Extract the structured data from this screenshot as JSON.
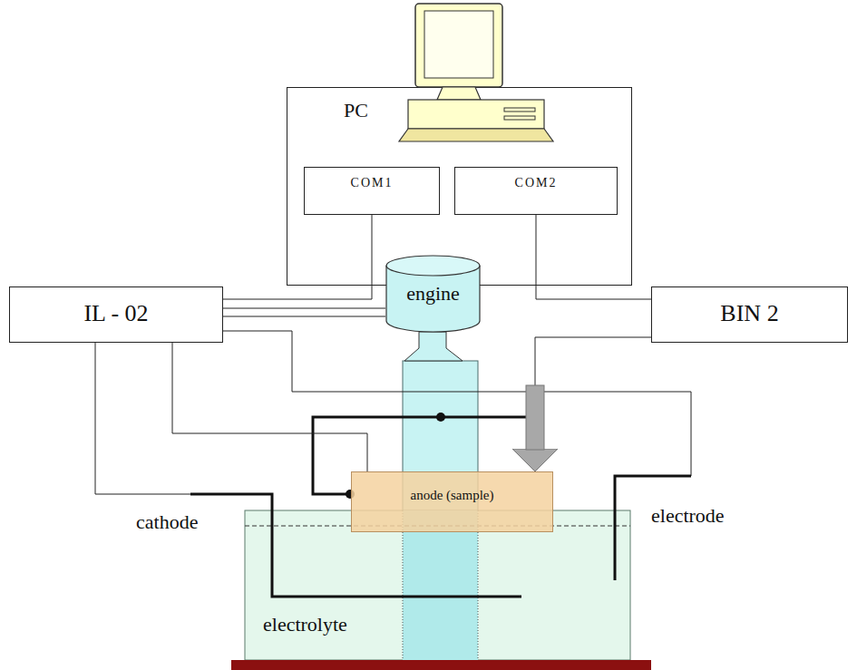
{
  "diagram": {
    "nodes": [
      {
        "text": [
          "PC"
        ]
      },
      {
        "text": [
          "COM1"
        ],
        "in": 0
      },
      {
        "text": [
          "COM2"
        ],
        "in": 0
      },
      {
        "text": [
          "IL - 02"
        ]
      },
      {
        "text": [
          "engine"
        ]
      },
      {
        "text": [
          "BIN 2"
        ]
      },
      {
        "text": [
          "anode (sample)"
        ]
      }
    ],
    "edges": [
      {
        "from": 1,
        "to": 3,
        "arrow": "none"
      },
      {
        "from": 2,
        "to": 5,
        "arrow": "none"
      },
      {
        "from": 3,
        "to": 4,
        "arrow": "none"
      },
      {
        "from": 3,
        "to": 4,
        "arrow": "none"
      },
      {
        "from": 3,
        "to": 6,
        "arrow": "none"
      },
      {
        "from": 5,
        "to": 6,
        "arrow": "to"
      }
    ],
    "labels": [
      "cathode",
      "electrode",
      "electrolyte"
    ]
  }
}
